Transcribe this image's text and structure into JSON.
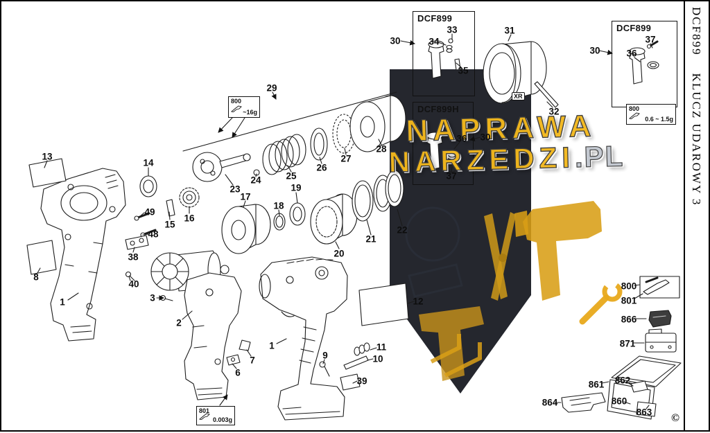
{
  "page": {
    "side_title": "DCF899    KLUCZ UDAROWY 3",
    "copyright": "©"
  },
  "watermark": {
    "line1": "NAPRAWA",
    "line2": "NARZEDZI",
    "line2_suffix": ".PL"
  },
  "insets": {
    "a": {
      "title": "DCF899"
    },
    "b": {
      "title": "DCF899H"
    },
    "c": {
      "title": "DCF899"
    }
  },
  "grease": {
    "g800_main": {
      "code": "800",
      "amount": "~16g"
    },
    "g801": {
      "code": "801",
      "amount": "0.003g"
    },
    "g800_inset": {
      "code": "800",
      "amount": "0.6 ~ 1.5g"
    }
  },
  "artwork": {
    "xr_logo": "XR"
  },
  "parts": {
    "p1": "1",
    "p2": "2",
    "p3": "3",
    "p6": "6",
    "p7": "7",
    "p8": "8",
    "p9": "9",
    "p10": "10",
    "p11": "11",
    "p12": "12",
    "p13": "13",
    "p14": "14",
    "p15": "15",
    "p16": "16",
    "p17": "17",
    "p18": "18",
    "p19": "19",
    "p20": "20",
    "p21": "21",
    "p22": "22",
    "p23": "23",
    "p24": "24",
    "p25": "25",
    "p26": "26",
    "p27": "27",
    "p28": "28",
    "p29": "29",
    "p30": "30",
    "p31": "31",
    "p32": "32",
    "p33": "33",
    "p34": "34",
    "p35": "35",
    "p36": "36",
    "p37": "37",
    "p38": "38",
    "p39": "39",
    "p40": "40",
    "p48": "48",
    "p49": "49"
  },
  "accessories": {
    "a800": "800",
    "a801": "801",
    "a860": "860",
    "a861": "861",
    "a862": "862",
    "a863": "863",
    "a864": "864",
    "a866": "866",
    "a871": "871"
  },
  "colors": {
    "watermark_gold": "#f3b81d",
    "shield_dark": "#171a21",
    "line": "#1b1b1b"
  }
}
